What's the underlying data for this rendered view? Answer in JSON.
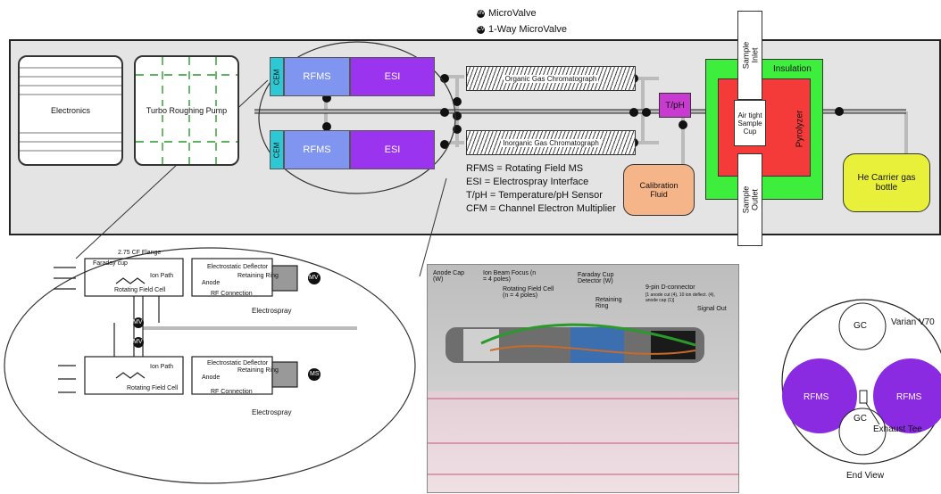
{
  "legend": {
    "microvalve": "MicroValve",
    "one_way_microvalve": "1-Way MicroValve",
    "mv_glyph": "MV",
    "cv_glyph": "CV"
  },
  "instrument": {
    "electronics": "Electronics",
    "turbo_pump": "Turbo Roughing Pump",
    "cem": "CEM",
    "rfms": "RFMS",
    "esi": "ESI",
    "organic_gc": "Organic Gas Chromatograph",
    "inorganic_gc": "Inorganic Gas Chromatograph",
    "tph": "T/pH",
    "calibration_fluid": "Calibration Fluid",
    "sample_inlet": "Sample Inlet",
    "sample_outlet": "Sample Outlet",
    "insulation": "Insulation",
    "pyrolyzer": "Pyrolyzer",
    "sample_cup": "Air tight Sample Cup",
    "he_bottle": "He Carrier gas bottle",
    "definitions": [
      "RFMS = Rotating Field MS",
      "ESI = Electrospray Interface",
      "T/pH = Temperature/pH Sensor",
      "CFM = Channel Electron Multiplier"
    ]
  },
  "detail": {
    "flange": "2.75 CF Flange",
    "faraday_cup": "Faraday cup",
    "ion_path": "Ion Path",
    "rotating_field_cell": "Rotating Field Cell",
    "electrostatic_deflector": "Electrostatic Deflector",
    "anode": "Anode",
    "retaining_ring": "Retaining Ring",
    "rf_connector": "RF Connection",
    "electrospray": "Electrospray",
    "mv": "MV",
    "ms": "MS"
  },
  "photo": {
    "anode_cap": "Anode Cap (W)",
    "ion_beam_focus": "Ion Beam Focus (n = 4 poles)",
    "rotating_field_cell": "Rotating Field Cell (n = 4 poles)",
    "faraday_cup_detector": "Faraday Cup Detector (W)",
    "retaining_ring": "Retaining Ring",
    "d_connector": "9-pin D-connector",
    "d_connector_note": "[1 anode cut (4), 10 ion deflect. (4), anode cap (1)]",
    "signal_out": "Signal Out"
  },
  "end_view": {
    "gc_top": "GC",
    "varian": "Varian V70",
    "rfms_left": "RFMS",
    "rfms_right": "RFMS",
    "gc_bottom": "GC",
    "exhaust_tee": "Exhaust Tee",
    "title": "End View"
  },
  "colors": {
    "cem": "#2ec8d4",
    "rfms": "#7f95f0",
    "esi": "#9b34ef",
    "tph": "#c83ad0",
    "calibration": "#f6b489",
    "insulation": "#3dee3d",
    "pyrolyzer": "#f53a3a",
    "he_bottle": "#e8f03a",
    "end_rfms": "#8a2be2"
  }
}
